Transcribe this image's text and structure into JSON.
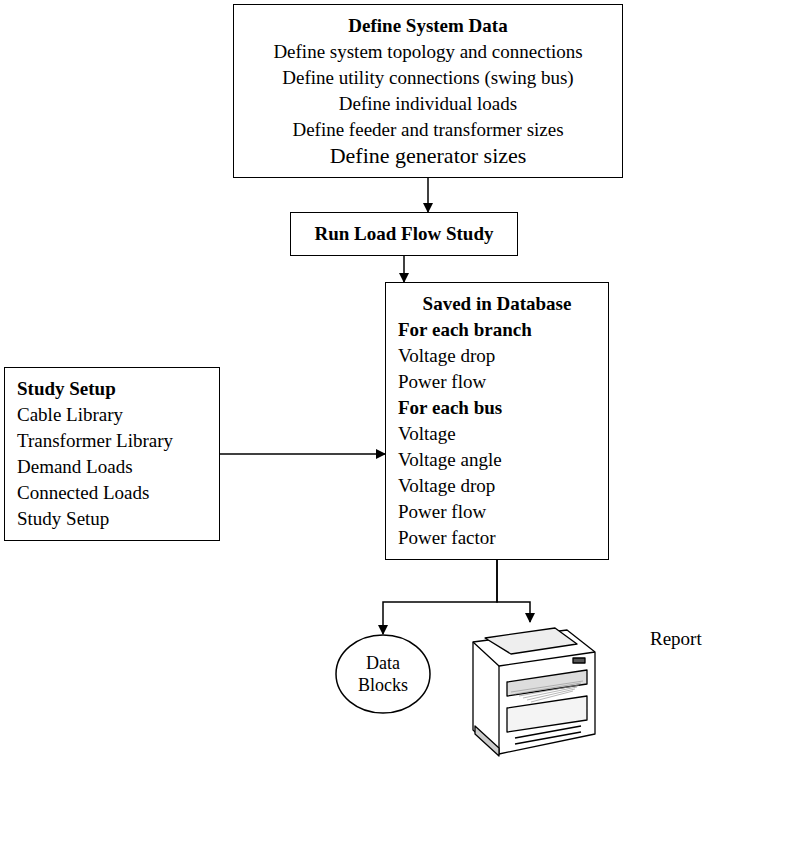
{
  "diagram": {
    "nodes": [
      {
        "text": [
          "Define System Data",
          "Define system topology and connections",
          "Define utility connections (swing bus)",
          "Define individual loads",
          "Define feeder and transformer sizes",
          "Define generator sizes"
        ]
      },
      {
        "text": [
          "Run Load Flow Study"
        ]
      },
      {
        "text": [
          "Saved in Database",
          "For each branch",
          "Voltage drop",
          "Power flow",
          "For each bus",
          "Voltage",
          "Voltage angle",
          "Voltage drop",
          "Power flow",
          "Power factor"
        ]
      },
      {
        "text": [
          "Study Setup",
          "Cable Library",
          "Transformer Library",
          "Demand Loads",
          "Connected Loads",
          "Study Setup"
        ]
      },
      {
        "text": [
          "Data Blocks"
        ]
      },
      {
        "text": [
          "Report"
        ]
      }
    ],
    "edges": [
      {
        "from": 0,
        "to": 1,
        "arrow": "to"
      },
      {
        "from": 1,
        "to": 2,
        "arrow": "to"
      },
      {
        "from": 3,
        "to": 2,
        "arrow": "to"
      },
      {
        "from": 2,
        "to": 4,
        "arrow": "to"
      },
      {
        "from": 2,
        "to": 5,
        "arrow": "to"
      }
    ]
  }
}
